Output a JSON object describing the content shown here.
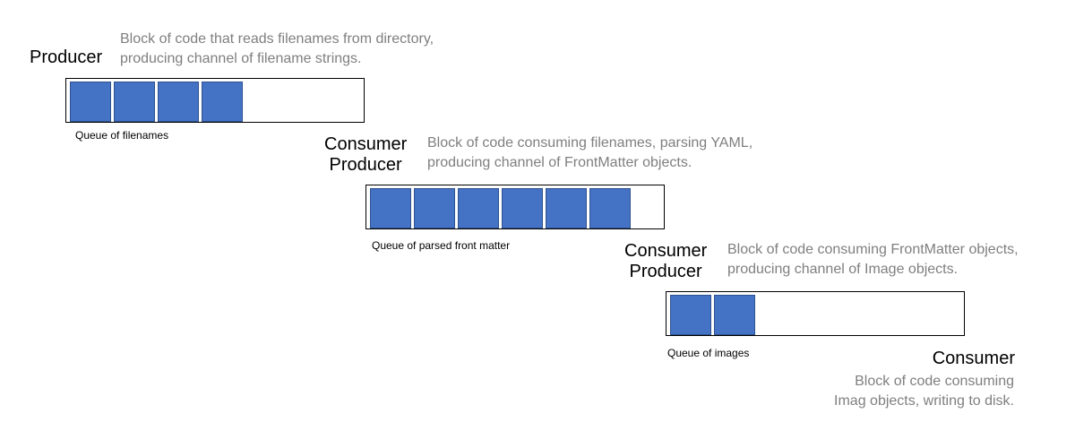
{
  "colors": {
    "slot_fill": "#4472c4",
    "slot_border": "#2f528f",
    "description_text": "#7f7f7f"
  },
  "stages": [
    {
      "roles": [
        "Producer"
      ],
      "description": [
        "Block of code that reads filenames from directory,",
        "producing channel of filename strings."
      ]
    },
    {
      "roles": [
        "Consumer",
        "Producer"
      ],
      "description": [
        "Block of code consuming filenames, parsing YAML,",
        "producing channel of FrontMatter objects."
      ]
    },
    {
      "roles": [
        "Consumer",
        "Producer"
      ],
      "description": [
        "Block of code consuming FrontMatter objects,",
        "producing channel of Image objects."
      ]
    },
    {
      "roles": [
        "Consumer"
      ],
      "description": [
        "Block of code consuming",
        "Imag objects, writing to disk."
      ]
    }
  ],
  "queues": [
    {
      "label": "Queue of filenames",
      "filled": 4
    },
    {
      "label": "Queue of parsed front matter",
      "filled": 6
    },
    {
      "label": "Queue of images",
      "filled": 2
    }
  ]
}
